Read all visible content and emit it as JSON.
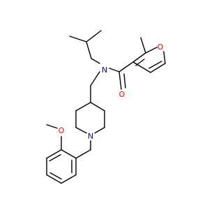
{
  "molecule": {
    "atoms": {
      "amide_n": {
        "text": "N",
        "color": "#0000ff"
      },
      "piperidine_n": {
        "text": "N",
        "color": "#0000ff"
      },
      "carbonyl_o": {
        "text": "O",
        "color": "#ff0000"
      },
      "furan_o": {
        "text": "O",
        "color": "#ff0000"
      },
      "methoxy_o": {
        "text": "O",
        "color": "#ff0000"
      }
    },
    "bond_color": "#000000",
    "background": "#ffffff"
  }
}
